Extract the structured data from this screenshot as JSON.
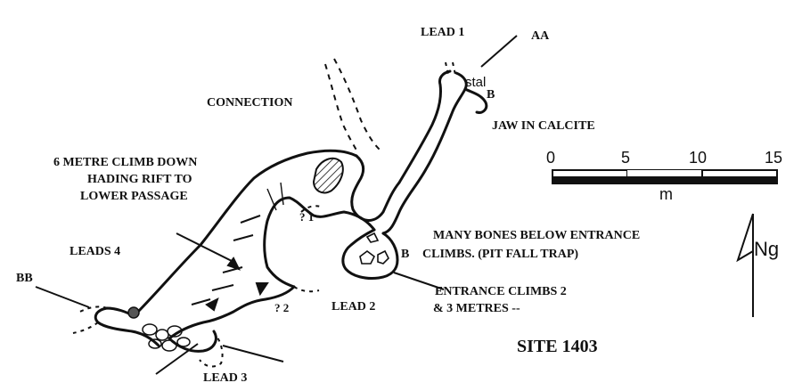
{
  "labels": {
    "lead1": "LEAD 1",
    "aa": "AA",
    "stal": "stal",
    "b_top": "B",
    "connection": "CONNECTION",
    "jaw": "JAW IN CALCITE",
    "climb_line1": "6 METRE CLIMB DOWN",
    "climb_line2": "HADING RIFT TO",
    "climb_line3": "LOWER PASSAGE",
    "q1": "? 1",
    "q2": "? 2",
    "bones_line1": "MANY BONES BELOW ENTRANCE",
    "bones_line2": "CLIMBS. (PIT FALL TRAP)",
    "b_mid": "B",
    "leads4": "LEADS 4",
    "bb": "BB",
    "lead2": "LEAD 2",
    "entrance_line1": "ENTRANCE CLIMBS 2",
    "entrance_line2": "& 3 METRES --",
    "lead3": "LEAD 3",
    "site": "SITE 1403",
    "north": "Ng"
  },
  "scale_bar": {
    "ticks": [
      "0",
      "5",
      "10",
      "15"
    ],
    "unit": "m"
  },
  "colors": {
    "ink": "#111111",
    "paper": "#ffffff"
  }
}
